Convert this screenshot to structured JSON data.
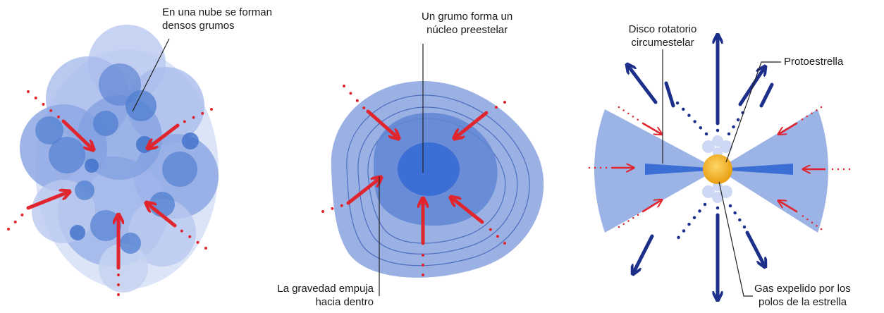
{
  "panels": [
    {
      "id": "cloud",
      "label_line1": "En una nube se forman",
      "label_line2": "densos grumos"
    },
    {
      "id": "core",
      "top_label_line1": "Un grumo forma un",
      "top_label_line2": "núcleo preestelar",
      "bottom_label_line1": "La gravedad empuja",
      "bottom_label_line2": "hacia dentro"
    },
    {
      "id": "protostar",
      "disk_label_line1": "Disco rotatorio",
      "disk_label_line2": "circumestelar",
      "star_label": "Protoestrella",
      "jet_label_line1": "Gas expelido por los",
      "jet_label_line2": "polos de la estrella"
    }
  ],
  "colors": {
    "arrow_red": "#e0252f",
    "cloud_blue": "#4f7fd0",
    "cloud_light": "#b9c8ef",
    "core_outer": "#8aa3de",
    "core_mid": "#5f86d4",
    "core_inner": "#3c6fd6",
    "jet_navy": "#1c2f8a",
    "star_yellow": "#f4b41a",
    "disk_blue": "#7d9ce0"
  }
}
